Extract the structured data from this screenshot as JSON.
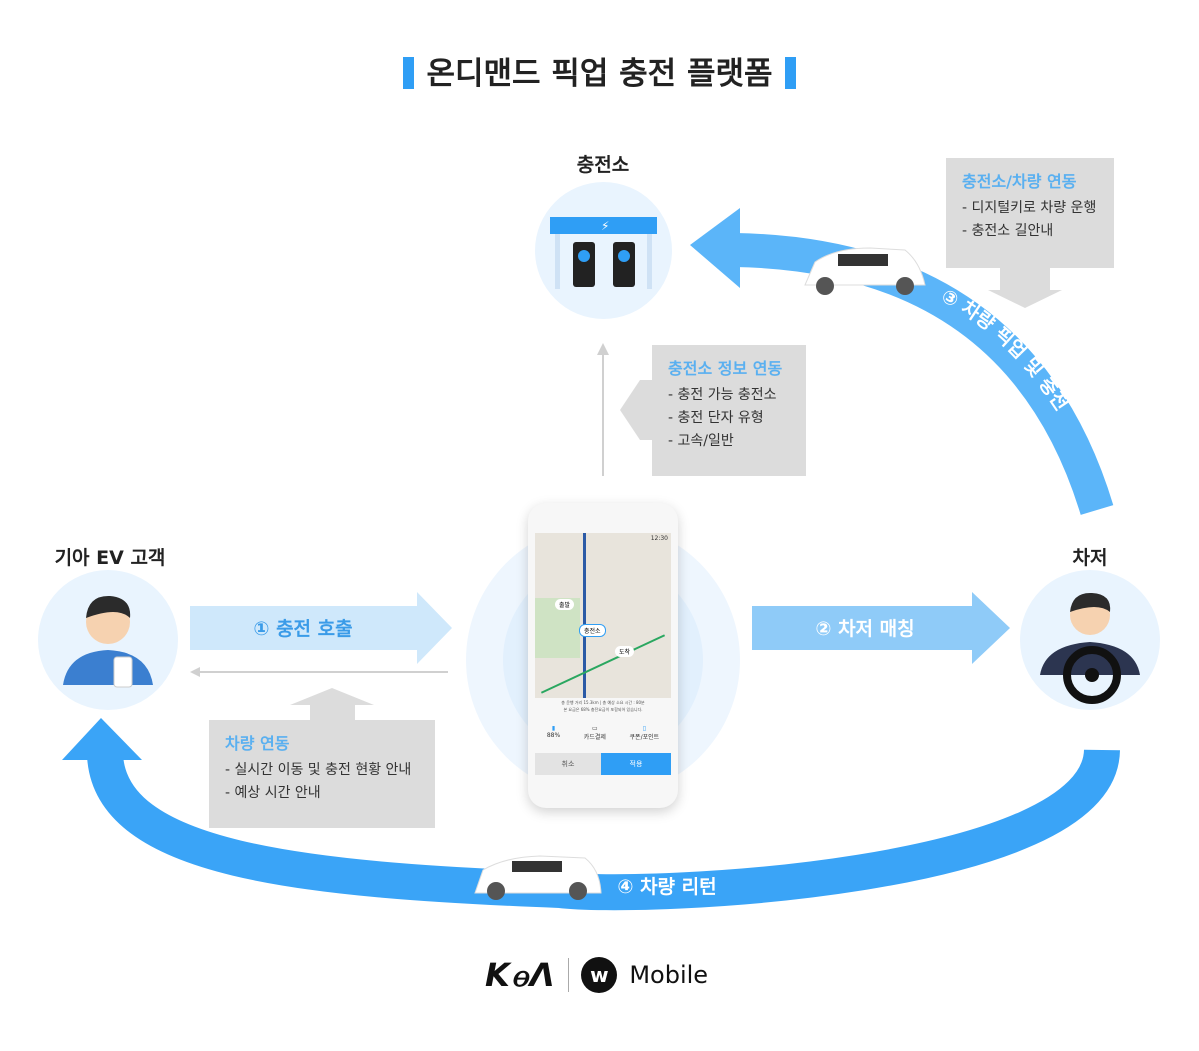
{
  "title": "온디맨드 픽업 충전 플랫폼",
  "nodes": {
    "station": "충전소",
    "customer": "기아 EV 고객",
    "driver": "차저"
  },
  "flows": {
    "step1": "① 충전 호출",
    "step2": "② 차저 매칭",
    "step3": "③ 차량 픽업 및 충전",
    "step4": "④ 차량 리턴"
  },
  "info_boxes": {
    "station_info": {
      "heading": "충전소 정보 연동",
      "items": [
        "- 충전 가능 충전소",
        "- 충전 단자 유형",
        "- 고속/일반"
      ]
    },
    "station_vehicle": {
      "heading": "충전소/차량 연동",
      "items": [
        "- 디지털키로 차량 운행",
        "- 충전소 길안내"
      ]
    },
    "vehicle": {
      "heading": "차량 연동",
      "items": [
        "- 실시간 이동 및 충전 현황 안내",
        "- 예상 시간 안내"
      ]
    }
  },
  "phone": {
    "time": "12:30",
    "map_labels": [
      "출발",
      "충전소",
      "도착"
    ],
    "summary_line1": "총 운행 거리 15.3km | 총 예상 소요 시간 : 80분",
    "summary_line2": "본 요금은 68% 충전요금이 포함되어 있습니다.",
    "options": [
      "88%",
      "카드결제",
      "쿠폰/포인트"
    ],
    "cancel": "취소",
    "apply": "적용"
  },
  "logos": {
    "kia": "KIA",
    "partner": "Mobile"
  },
  "colors": {
    "accent": "#2f9ef5",
    "arc3": "#5bb5f9",
    "arc4": "#3aa4f7",
    "arrow1": "#cfe8fb",
    "arrow2": "#8fcbf8",
    "box": "#dcdcdc"
  }
}
